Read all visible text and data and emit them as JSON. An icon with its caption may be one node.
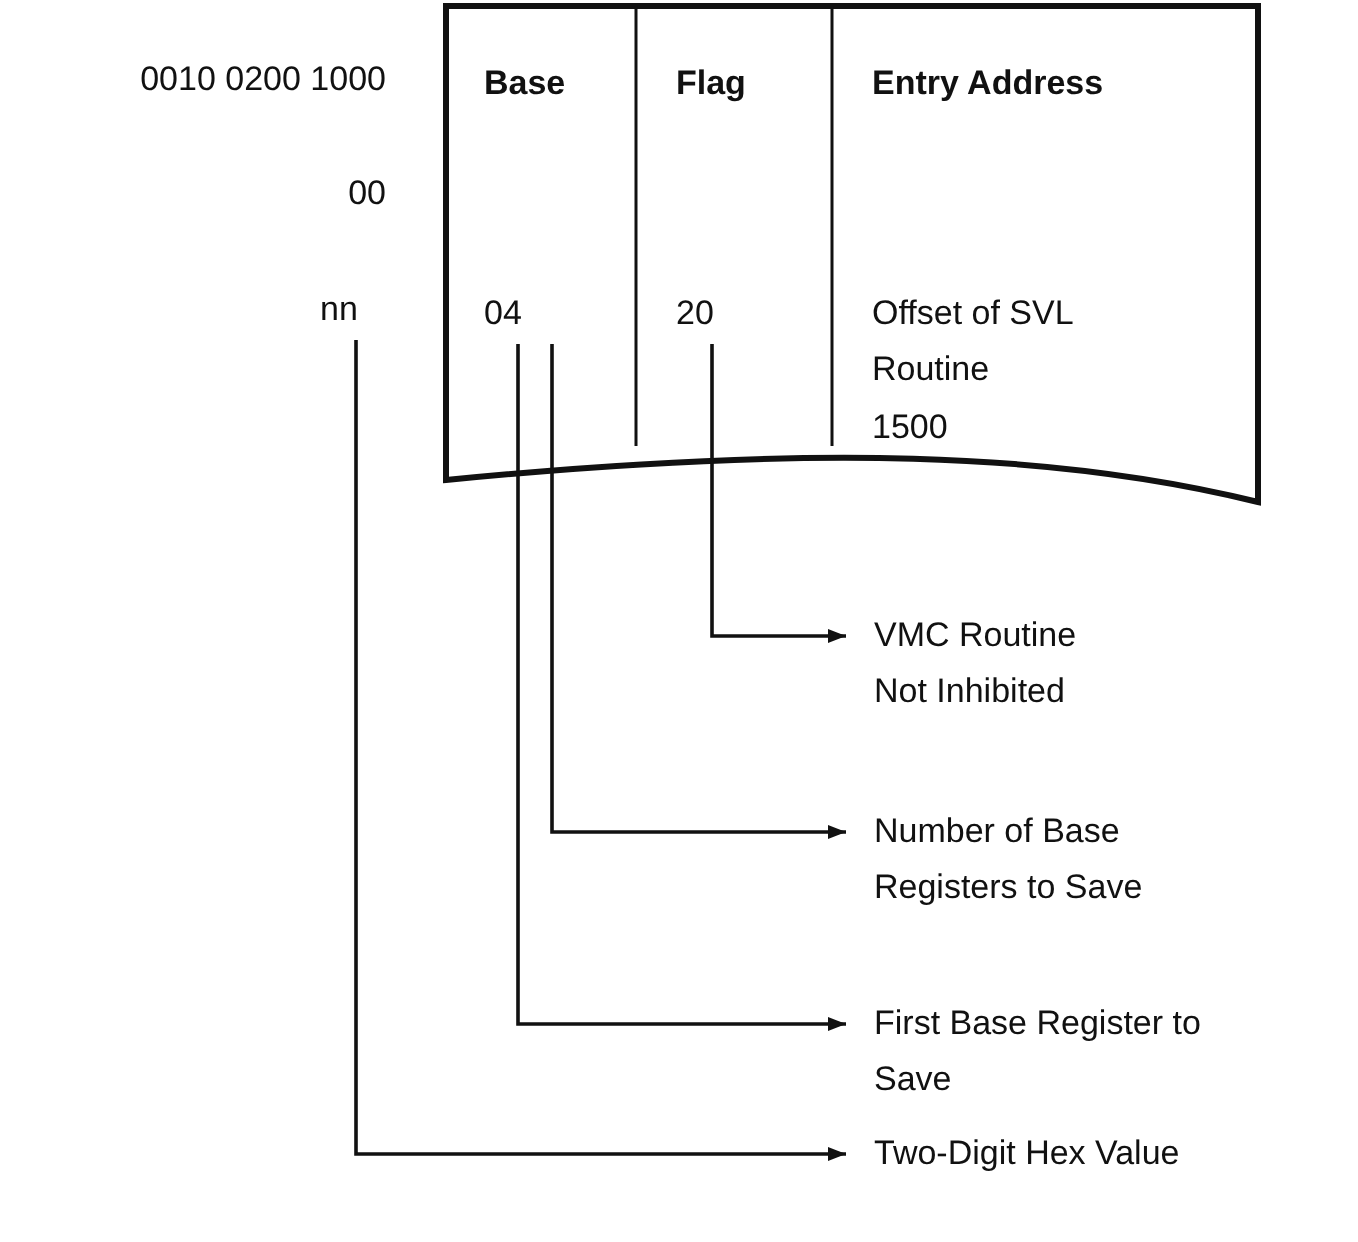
{
  "diagram": {
    "nodes": [
      {
        "text": [],
        "shape": "box"
      },
      {
        "text": [
          "Base"
        ],
        "in": 0
      },
      {
        "text": [
          "Flag"
        ],
        "in": 0
      },
      {
        "text": [
          "Entry Address",
          "Offset of SVL Routine",
          "1500"
        ],
        "in": 0
      },
      {
        "text": [
          "nn"
        ]
      },
      {
        "text": [
          "04"
        ],
        "in": 1
      },
      {
        "text": [
          "20"
        ],
        "in": 2
      },
      {
        "text": [
          "VMC Routine Not Inhibited"
        ]
      },
      {
        "text": [
          "Number of Base Registers to Save"
        ]
      },
      {
        "text": [
          "First Base Register to Save"
        ]
      },
      {
        "text": [
          "Two-Digit Hex Value"
        ]
      }
    ],
    "edges": [
      {
        "from": 6,
        "to": 7,
        "arrow": "to"
      },
      {
        "from": 5,
        "to": 8,
        "arrow": "to"
      },
      {
        "from": 5,
        "to": 9,
        "arrow": "to"
      },
      {
        "from": 4,
        "to": 10,
        "arrow": "to"
      }
    ],
    "labels": [
      "0010 0200 1000",
      "00"
    ]
  }
}
